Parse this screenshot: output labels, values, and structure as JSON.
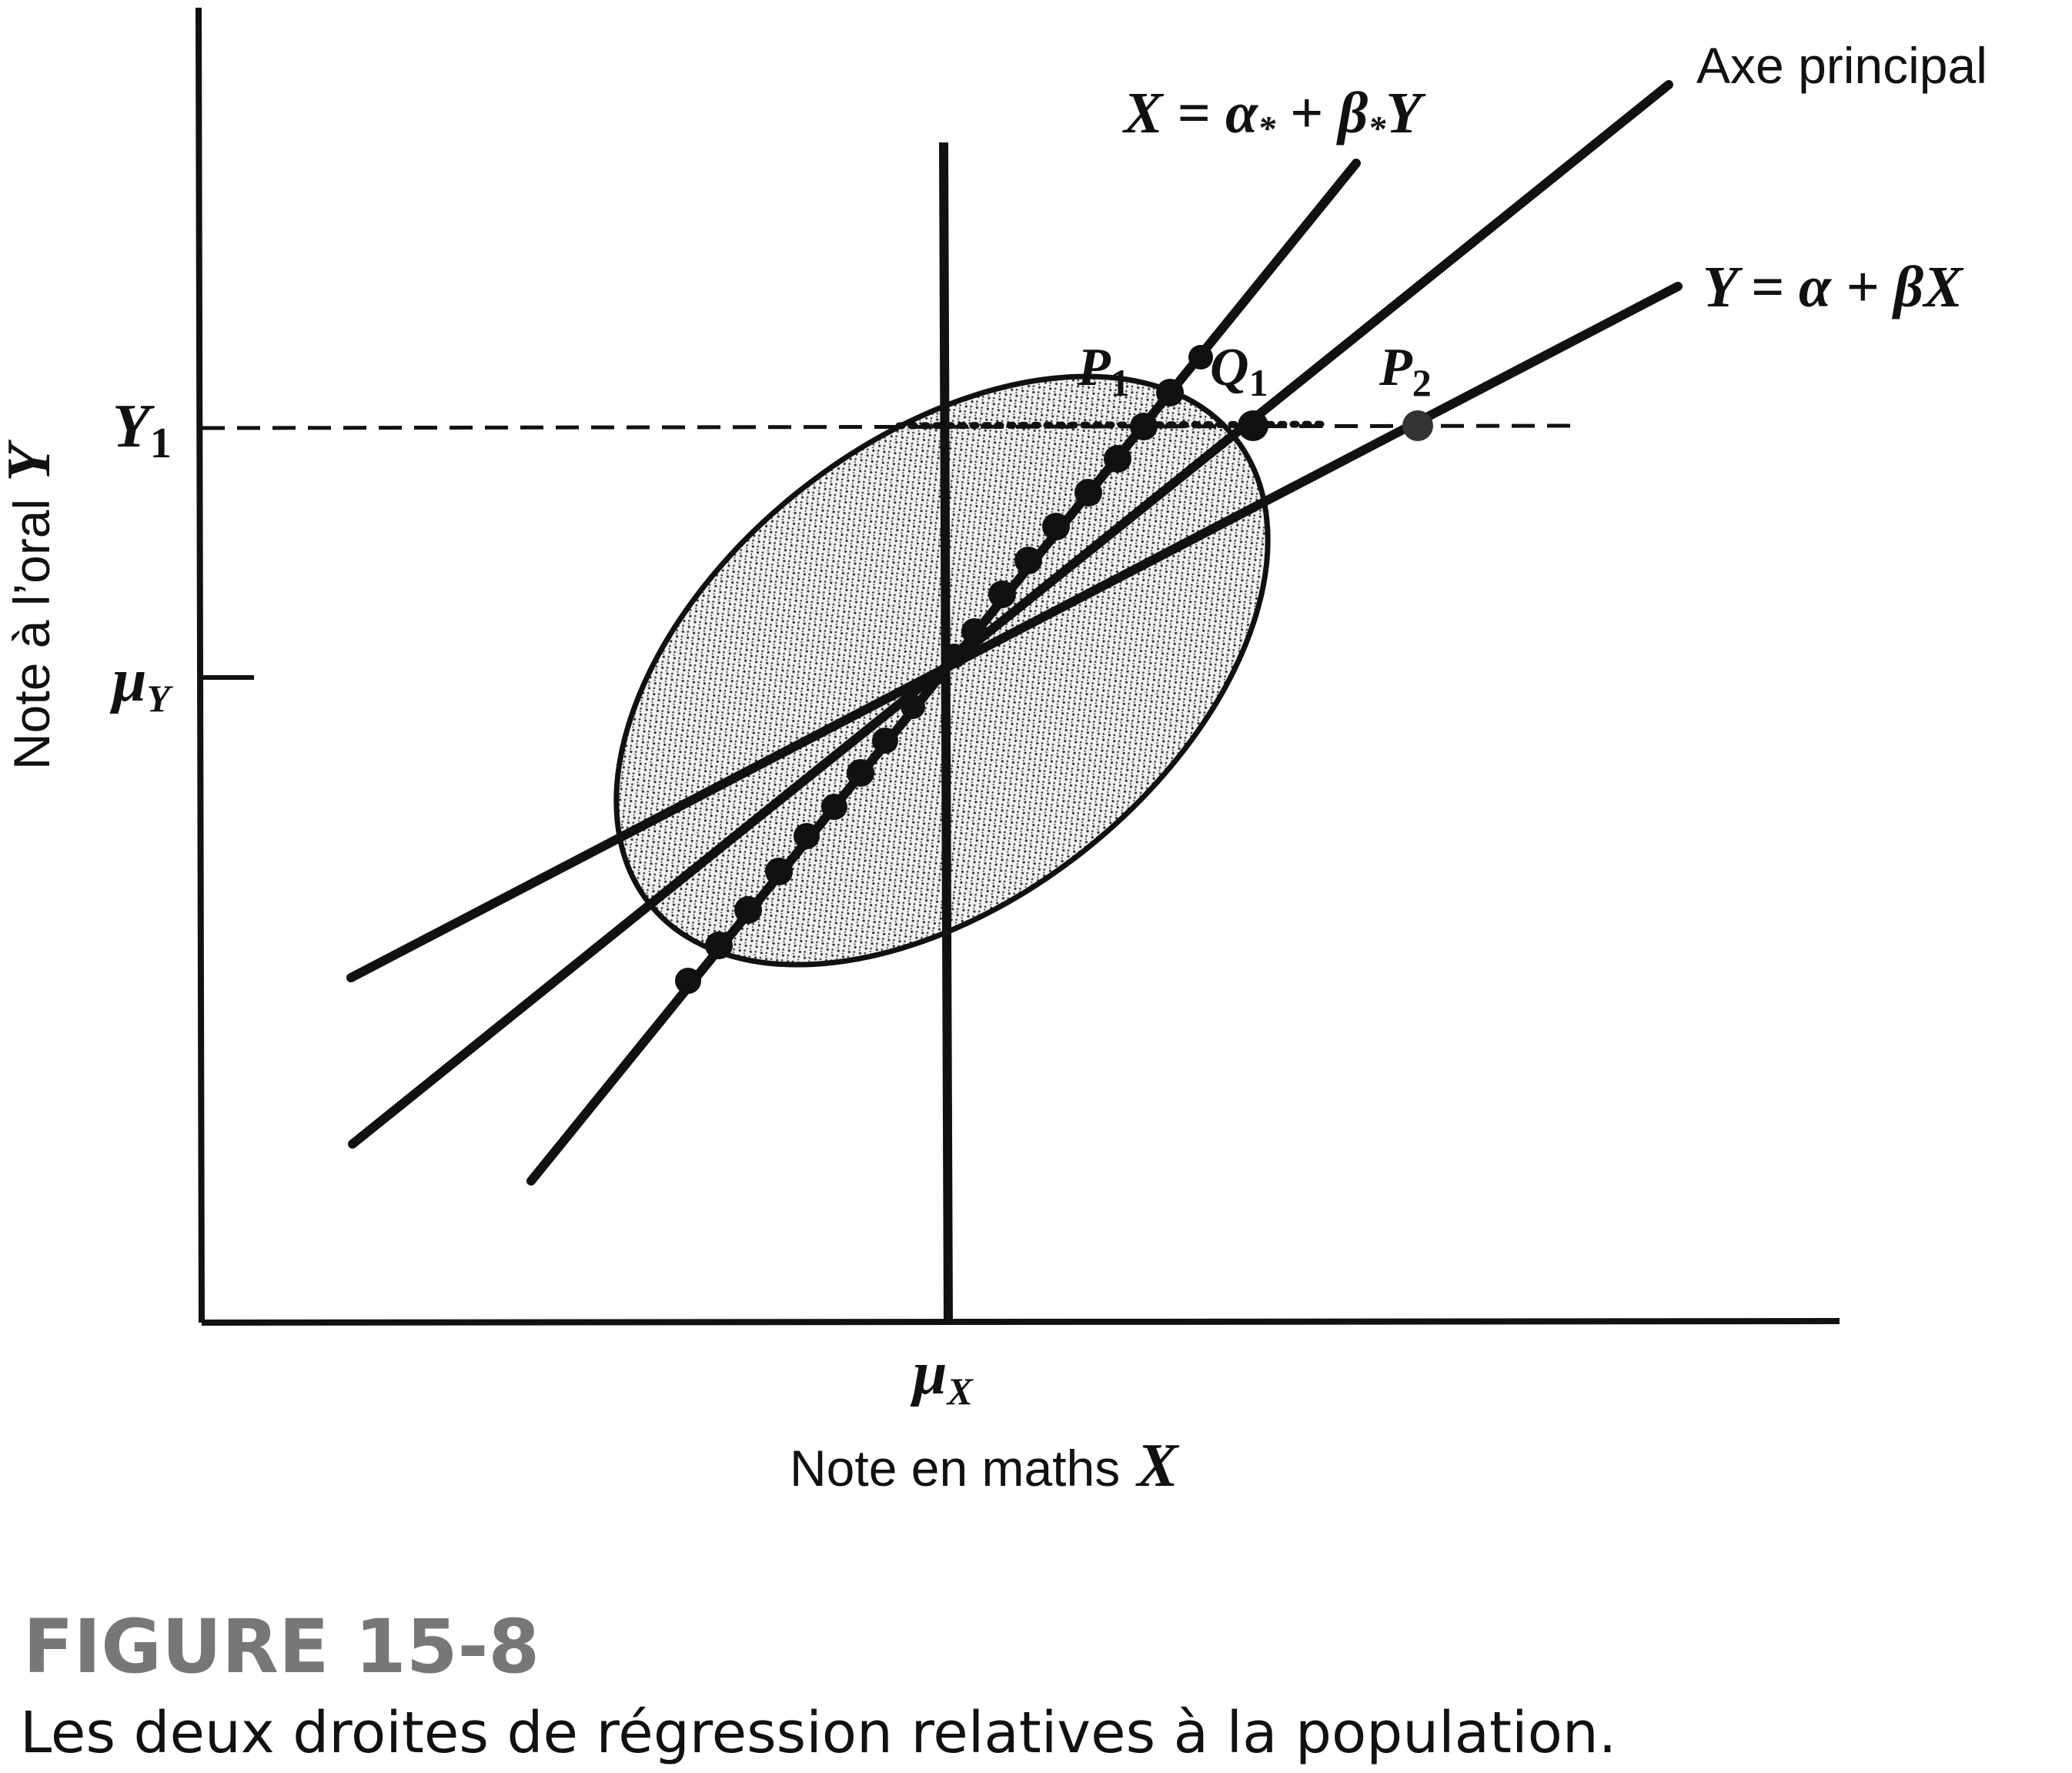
{
  "diagram": {
    "x_axis_label": "Note en maths",
    "x_axis_var": "X",
    "y_axis_label": "Note à l’oral",
    "y_axis_var": "Y",
    "tick_mu_x": {
      "sym": "μ",
      "sub": "X"
    },
    "tick_mu_y": {
      "sym": "μ",
      "sub": "Y"
    },
    "tick_y1": {
      "sym": "Y",
      "sub": "1"
    },
    "label_axe_principal": "Axe principal",
    "eq_x_on_y": {
      "a": "X",
      "b": " = ",
      "c": "α",
      "d": "*",
      "e": " + ",
      "f": "β",
      "g": "*",
      "h": "Y"
    },
    "eq_y_on_x": "Y = α + βX",
    "point_p1": {
      "sym": "P",
      "sub": "1"
    },
    "point_q1": {
      "sym": "Q",
      "sub": "1"
    },
    "point_p2": {
      "sym": "P",
      "sub": "2"
    },
    "colors": {
      "ink": "#111111",
      "fill": "#cfcfcf",
      "caption_gray": "#777777"
    }
  },
  "caption": {
    "figure_number": "FIGURE 15-8",
    "text": "Les deux droites de régression relatives à la population."
  }
}
